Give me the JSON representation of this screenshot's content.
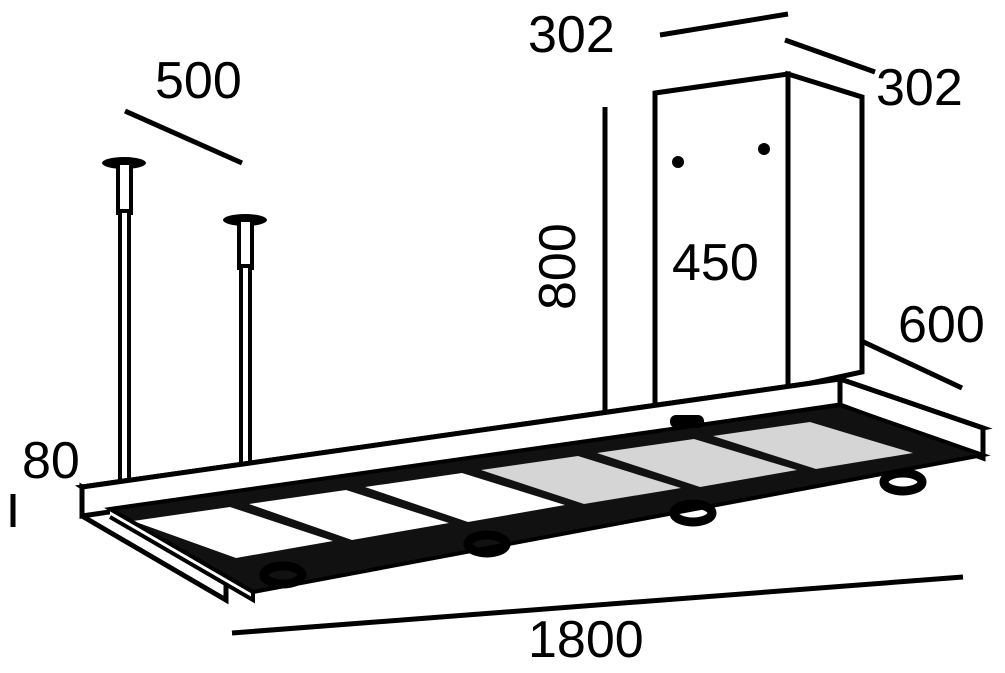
{
  "drawing": {
    "title": "Island Cooker Hood Dimension Drawing",
    "units": "mm",
    "line_color": "#000000",
    "background_color": "#ffffff",
    "panel_white_color": "#ffffff",
    "panel_gray_color": "#d5d5d5"
  },
  "dimensions": {
    "suspension_drop": {
      "label": "500",
      "name": "suspension-rod-length"
    },
    "chimney_depth_left": {
      "label": "302",
      "name": "chimney-depth-left"
    },
    "chimney_depth_right": {
      "label": "302",
      "name": "chimney-depth-right"
    },
    "chimney_height": {
      "label": "800",
      "name": "chimney-height",
      "rotated": true
    },
    "chimney_width": {
      "label": "450",
      "name": "chimney-width"
    },
    "hood_depth": {
      "label": "600",
      "name": "hood-depth"
    },
    "hood_thickness": {
      "label": "80",
      "name": "hood-body-thickness"
    },
    "hood_length": {
      "label": "1800",
      "name": "hood-body-length"
    }
  },
  "components": {
    "chimney": {
      "name": "chimney-duct-box",
      "mount_dot_count": 2
    },
    "hood_body": {
      "name": "hood-body",
      "filter_panel_count": 6,
      "white_panel_count": 3,
      "gray_panel_count": 3,
      "handle_ring_count": 4,
      "control_panel": "control-strip"
    },
    "suspension_rods": {
      "name": "suspension-rods",
      "count": 2,
      "canopy": "ceiling-canopy"
    }
  }
}
